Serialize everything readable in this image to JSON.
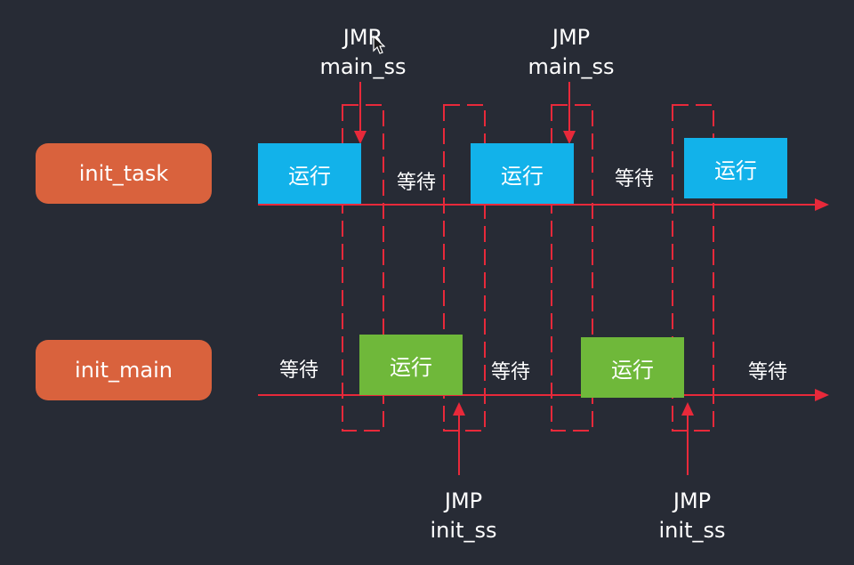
{
  "colors": {
    "background": "#272b35",
    "pill": "#d9623d",
    "run_task": "#12b2ea",
    "run_main": "#6fb83a",
    "red": "#e8293a"
  },
  "tracks": {
    "task": {
      "label": "init_task",
      "run_label": "运行",
      "wait_label": "等待"
    },
    "main": {
      "label": "init_main",
      "run_label": "运行",
      "wait_label": "等待"
    }
  },
  "jumps": {
    "to_main": {
      "op": "JMP",
      "target": "main_ss"
    },
    "to_main_pointer_overlap": "JMR",
    "to_task": {
      "op": "JMP",
      "target": "init_ss"
    }
  }
}
